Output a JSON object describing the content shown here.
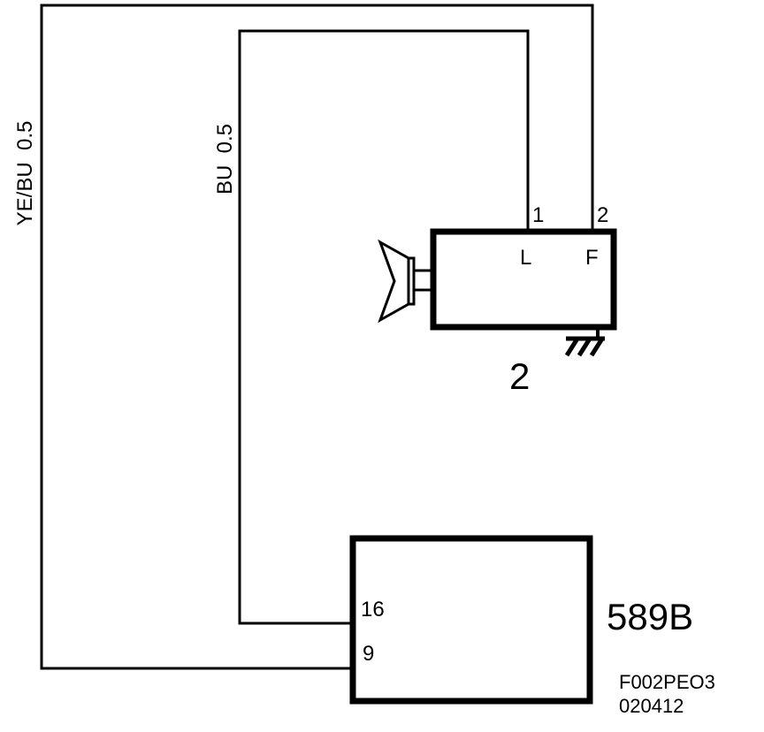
{
  "wires": {
    "left_wire_label": "YE/BU  0.5",
    "inner_wire_label": "BU  0.5"
  },
  "component_2": {
    "pin1_number": "1",
    "pin2_number": "2",
    "pin1_name": "L",
    "pin2_name": "F",
    "designator": "2"
  },
  "component_589B": {
    "pin16_number": "16",
    "pin9_number": "9",
    "designator": "589B"
  },
  "figure_code": {
    "line1": "F002PEO3",
    "line2": "020412"
  },
  "colors": {
    "ink": "#000000",
    "background": "#ffffff"
  }
}
